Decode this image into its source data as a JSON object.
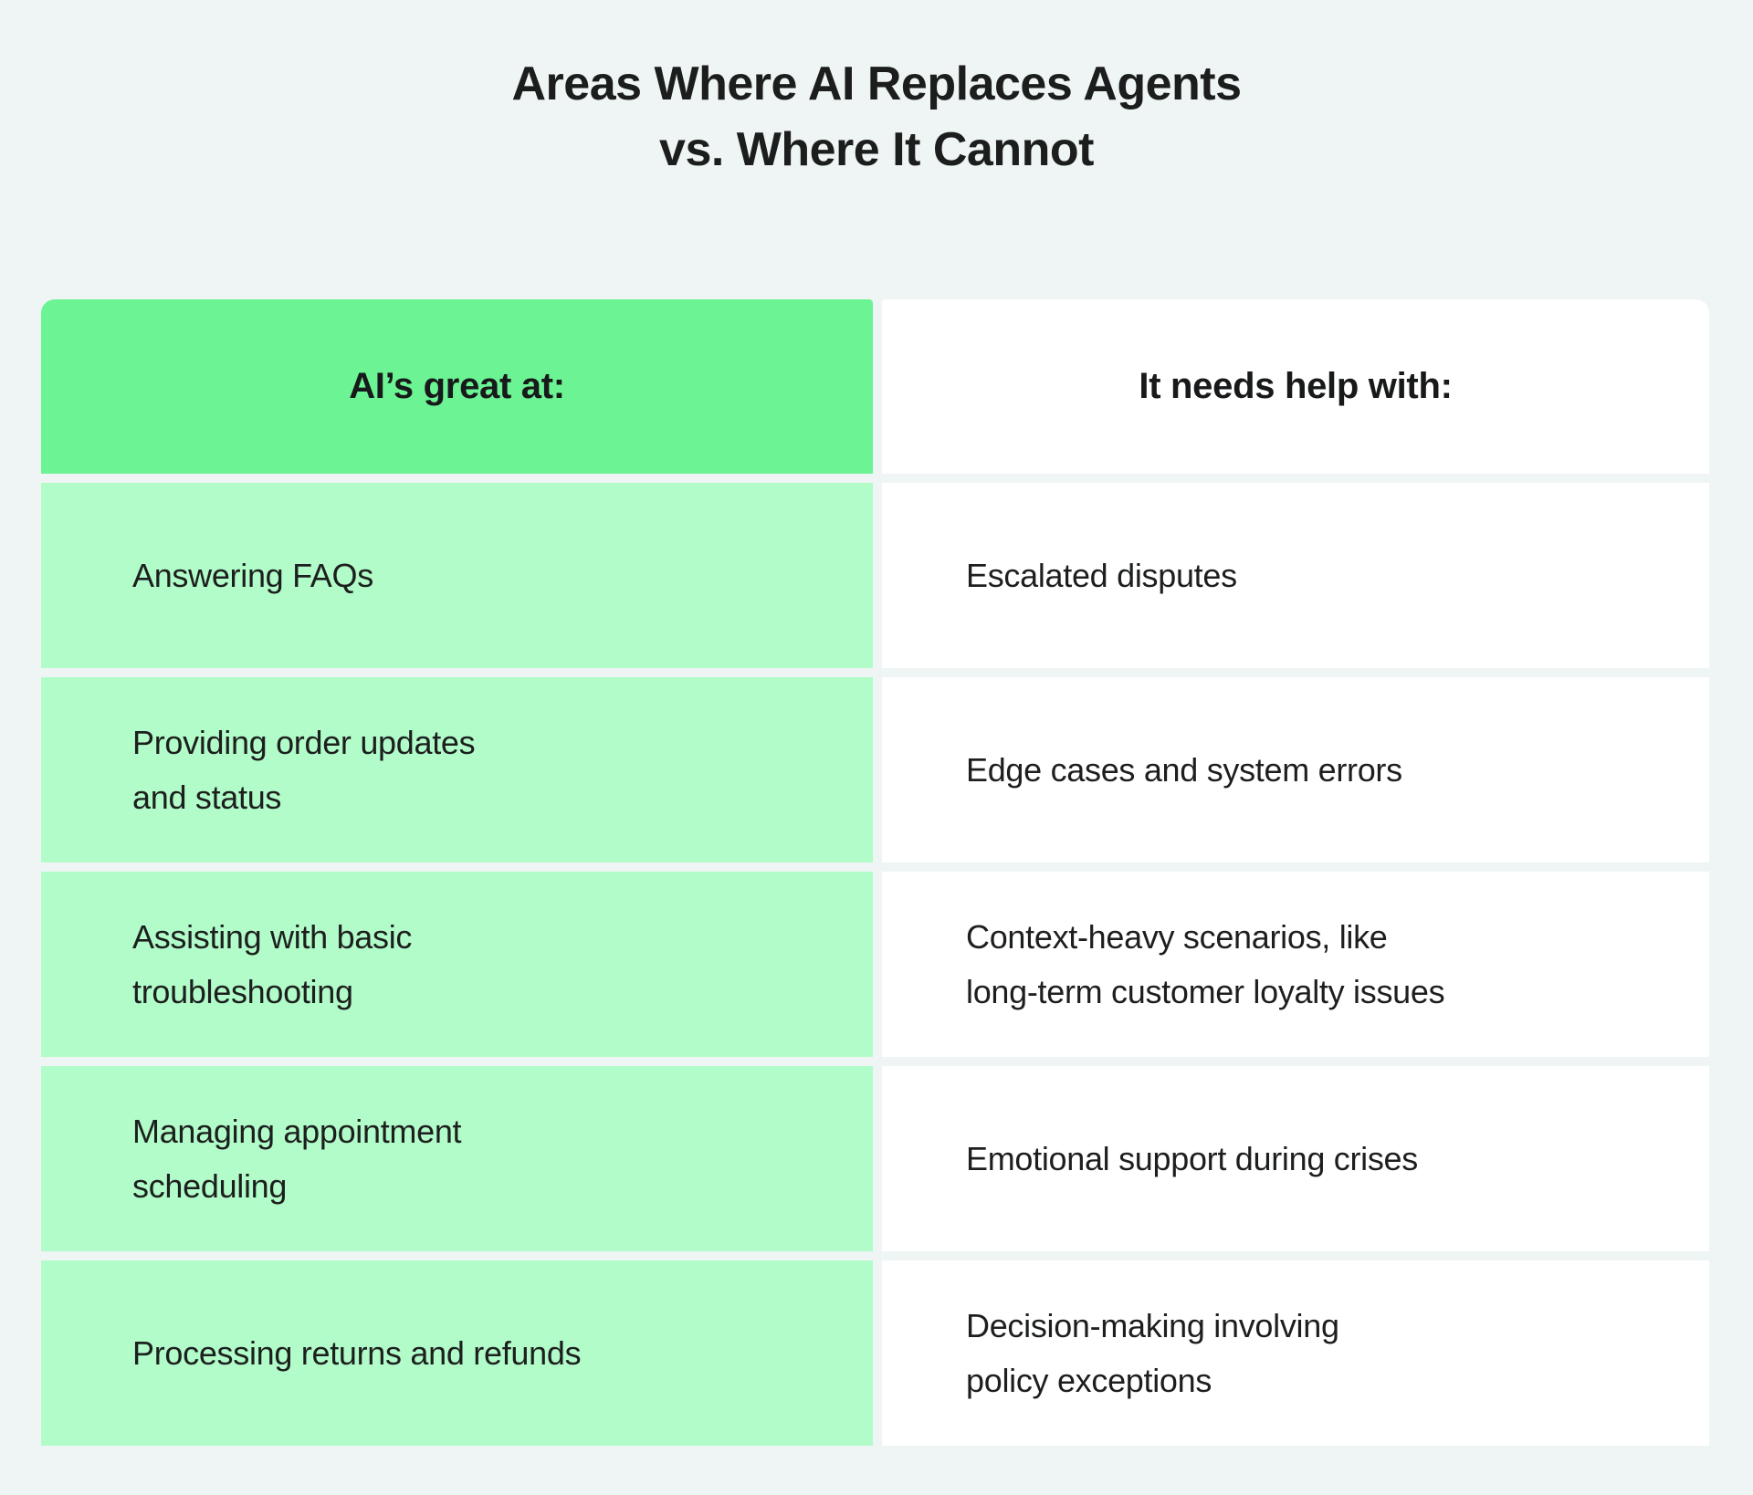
{
  "title": {
    "line1": "Areas Where AI Replaces Agents",
    "line2": "vs. Where It Cannot"
  },
  "table": {
    "header_left": "AI’s great at:",
    "header_right": "It needs help with:",
    "rows": [
      {
        "ai": "Answering FAQs",
        "help": "Escalated disputes"
      },
      {
        "ai": "Providing order updates\nand status",
        "help": "Edge cases and system errors"
      },
      {
        "ai": "Assisting with basic\ntroubleshooting",
        "help": "Context-heavy scenarios, like\nlong-term customer loyalty issues"
      },
      {
        "ai": "Managing appointment\nscheduling",
        "help": "Emotional support during crises"
      },
      {
        "ai": "Processing returns and refunds",
        "help": "Decision-making involving\npolicy exceptions"
      }
    ]
  },
  "colors": {
    "page_background": "#eff5f4",
    "header_green": "#6cf394",
    "row_green": "#b1fcc9",
    "cell_white": "#ffffff",
    "text": "#1d1f1e"
  }
}
